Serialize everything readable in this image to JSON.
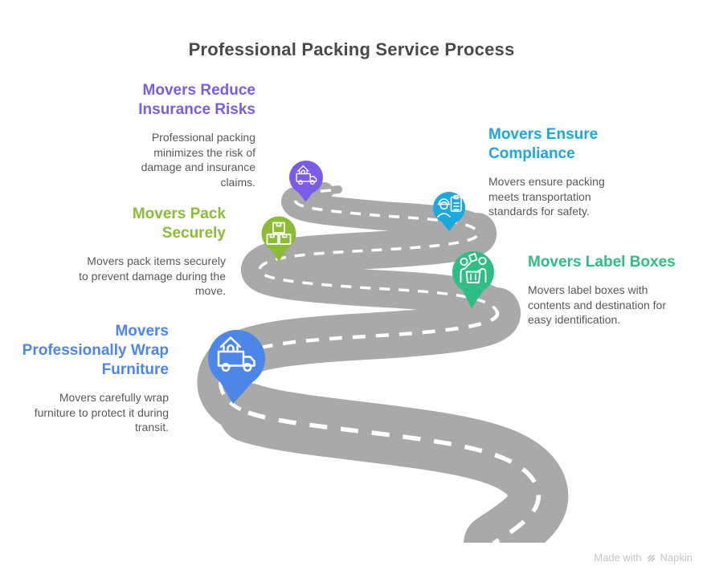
{
  "title": "Professional Packing Service Process",
  "title_color": "#4A4A4A",
  "road_color": "#A9A9A9",
  "background": "#FFFFFF",
  "steps": [
    {
      "id": "reduce-insurance-risks",
      "heading": "Movers Reduce Insurance Risks",
      "body": "Professional packing minimizes the risk of damage and insurance claims.",
      "color": "#7B5CE6",
      "pin_icon": "truck-house-icon",
      "text_align": "right"
    },
    {
      "id": "ensure-compliance",
      "heading": "Movers Ensure Compliance",
      "body": "Movers ensure packing meets transportation standards for safety.",
      "color": "#1BA8DC",
      "pin_icon": "worker-checklist-icon",
      "text_align": "left"
    },
    {
      "id": "pack-securely",
      "heading": "Movers Pack Securely",
      "body": "Movers pack items securely to prevent damage during the move.",
      "color": "#8CBB35",
      "pin_icon": "stacked-boxes-icon",
      "text_align": "right"
    },
    {
      "id": "label-boxes",
      "heading": "Movers Label Boxes",
      "body": "Movers label boxes with contents and destination for easy identification.",
      "color": "#2EBD82",
      "pin_icon": "movers-labeling-icon",
      "text_align": "left"
    },
    {
      "id": "professionally-wrap-furniture",
      "heading": "Movers Professionally Wrap Furniture",
      "body": "Movers carefully wrap furniture to protect it during transit.",
      "color": "#4C86E8",
      "pin_icon": "truck-house-icon",
      "text_align": "right"
    }
  ],
  "footer": {
    "made_with": "Made with",
    "brand": "Napkin"
  }
}
